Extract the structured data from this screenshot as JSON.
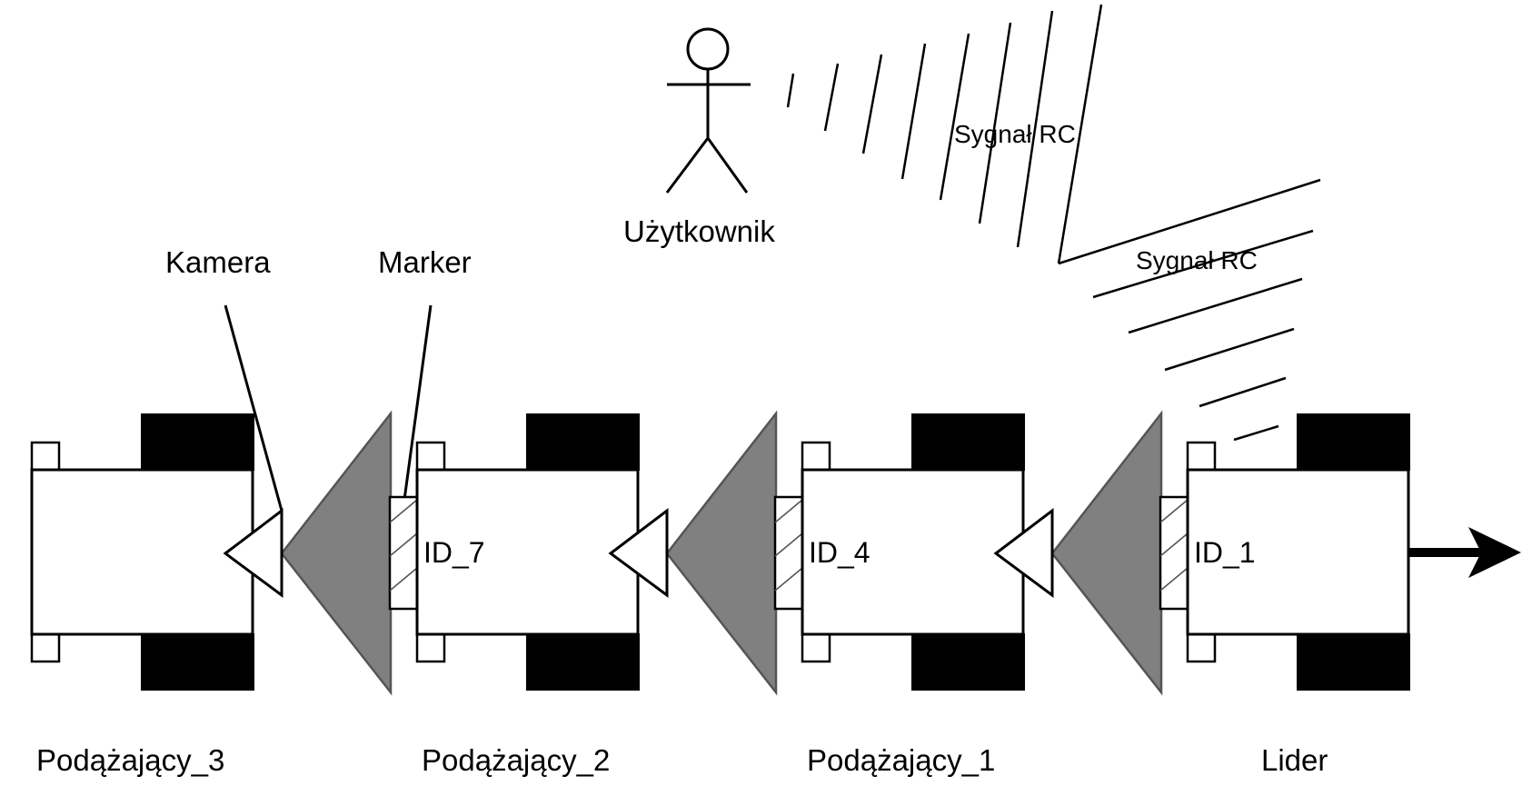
{
  "labels": {
    "user": "Użytkownik",
    "signal_1": "Sygnał RC",
    "signal_2": "Sygnał RC",
    "camera": "Kamera",
    "marker": "Marker"
  },
  "robots": [
    {
      "name": "Podążający_3",
      "id": ""
    },
    {
      "name": "Podążający_2",
      "id": "ID_7"
    },
    {
      "name": "Podążający_1",
      "id": "ID_4"
    },
    {
      "name": "Lider",
      "id": "ID_1"
    }
  ],
  "colors": {
    "wheel": "#000000",
    "field_of_view": "#808080",
    "outline": "#000000"
  }
}
